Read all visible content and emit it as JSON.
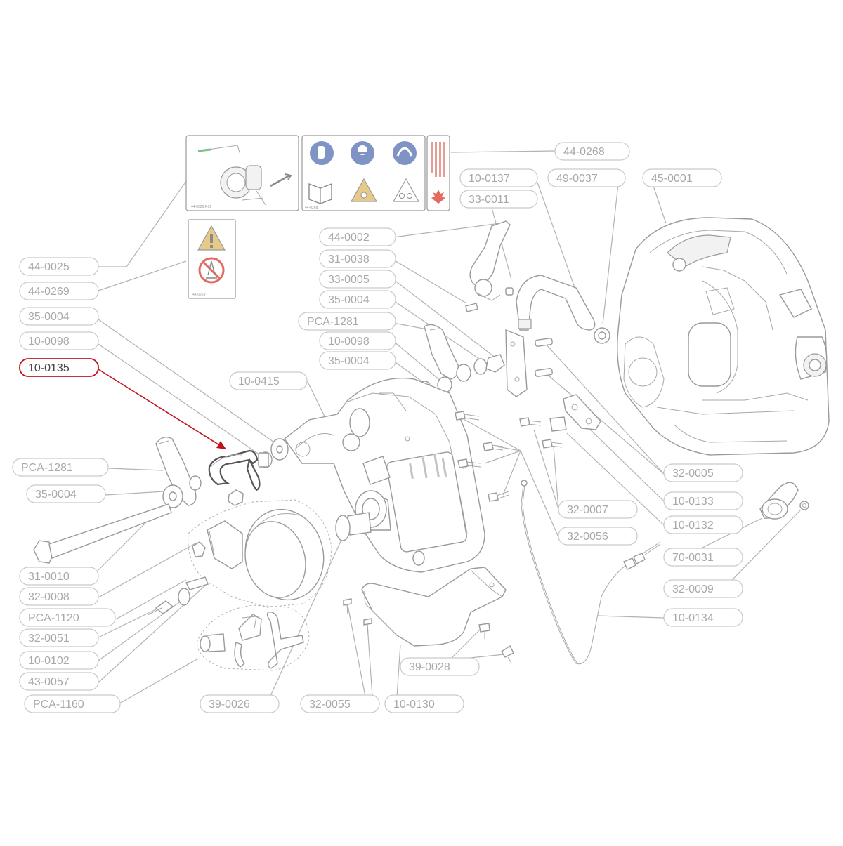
{
  "labels": [
    {
      "id": "44-0268",
      "text": "44-0268"
    },
    {
      "id": "10-0137",
      "text": "10-0137"
    },
    {
      "id": "49-0037",
      "text": "49-0037"
    },
    {
      "id": "45-0001",
      "text": "45-0001"
    },
    {
      "id": "33-0011",
      "text": "33-0011"
    },
    {
      "id": "44-0002",
      "text": "44-0002"
    },
    {
      "id": "31-0038",
      "text": "31-0038"
    },
    {
      "id": "33-0005",
      "text": "33-0005"
    },
    {
      "id": "35-0004-a",
      "text": "35-0004"
    },
    {
      "id": "PCA-1281-a",
      "text": "PCA-1281"
    },
    {
      "id": "10-0098-a",
      "text": "10-0098"
    },
    {
      "id": "35-0004-b",
      "text": "35-0004"
    },
    {
      "id": "44-0025",
      "text": "44-0025"
    },
    {
      "id": "44-0269",
      "text": "44-0269"
    },
    {
      "id": "35-0004-c",
      "text": "35-0004"
    },
    {
      "id": "10-0098-b",
      "text": "10-0098"
    },
    {
      "id": "10-0135",
      "text": "10-0135",
      "highlighted": true
    },
    {
      "id": "10-0415",
      "text": "10-0415"
    },
    {
      "id": "PCA-1281-b",
      "text": "PCA-1281"
    },
    {
      "id": "35-0004-d",
      "text": "35-0004"
    },
    {
      "id": "32-0005",
      "text": "32-0005"
    },
    {
      "id": "10-0133",
      "text": "10-0133"
    },
    {
      "id": "32-0007",
      "text": "32-0007"
    },
    {
      "id": "10-0132",
      "text": "10-0132"
    },
    {
      "id": "32-0056",
      "text": "32-0056"
    },
    {
      "id": "70-0031",
      "text": "70-0031"
    },
    {
      "id": "31-0010",
      "text": "31-0010"
    },
    {
      "id": "32-0009",
      "text": "32-0009"
    },
    {
      "id": "32-0008",
      "text": "32-0008"
    },
    {
      "id": "PCA-1120",
      "text": "PCA-1120"
    },
    {
      "id": "10-0134",
      "text": "10-0134"
    },
    {
      "id": "32-0051",
      "text": "32-0051"
    },
    {
      "id": "10-0102",
      "text": "10-0102"
    },
    {
      "id": "39-0028",
      "text": "39-0028"
    },
    {
      "id": "43-0057",
      "text": "43-0057"
    },
    {
      "id": "PCA-1160",
      "text": "PCA-1160"
    },
    {
      "id": "39-0026",
      "text": "39-0026"
    },
    {
      "id": "32-0055",
      "text": "32-0055"
    },
    {
      "id": "10-0130",
      "text": "10-0130"
    }
  ],
  "decal_text": {
    "decal_0025_code": "44-0025-R01",
    "decal_0268_code": "44-0268",
    "decal_0269_code": "44-0269"
  },
  "colors": {
    "highlight": "#c0141c",
    "label_border": "#c9c9c9",
    "label_text": "#a9a9a9",
    "icon_blue": "#7f93c4",
    "warning_yellow": "#e7c98a",
    "maple_red": "#e26a5e"
  }
}
